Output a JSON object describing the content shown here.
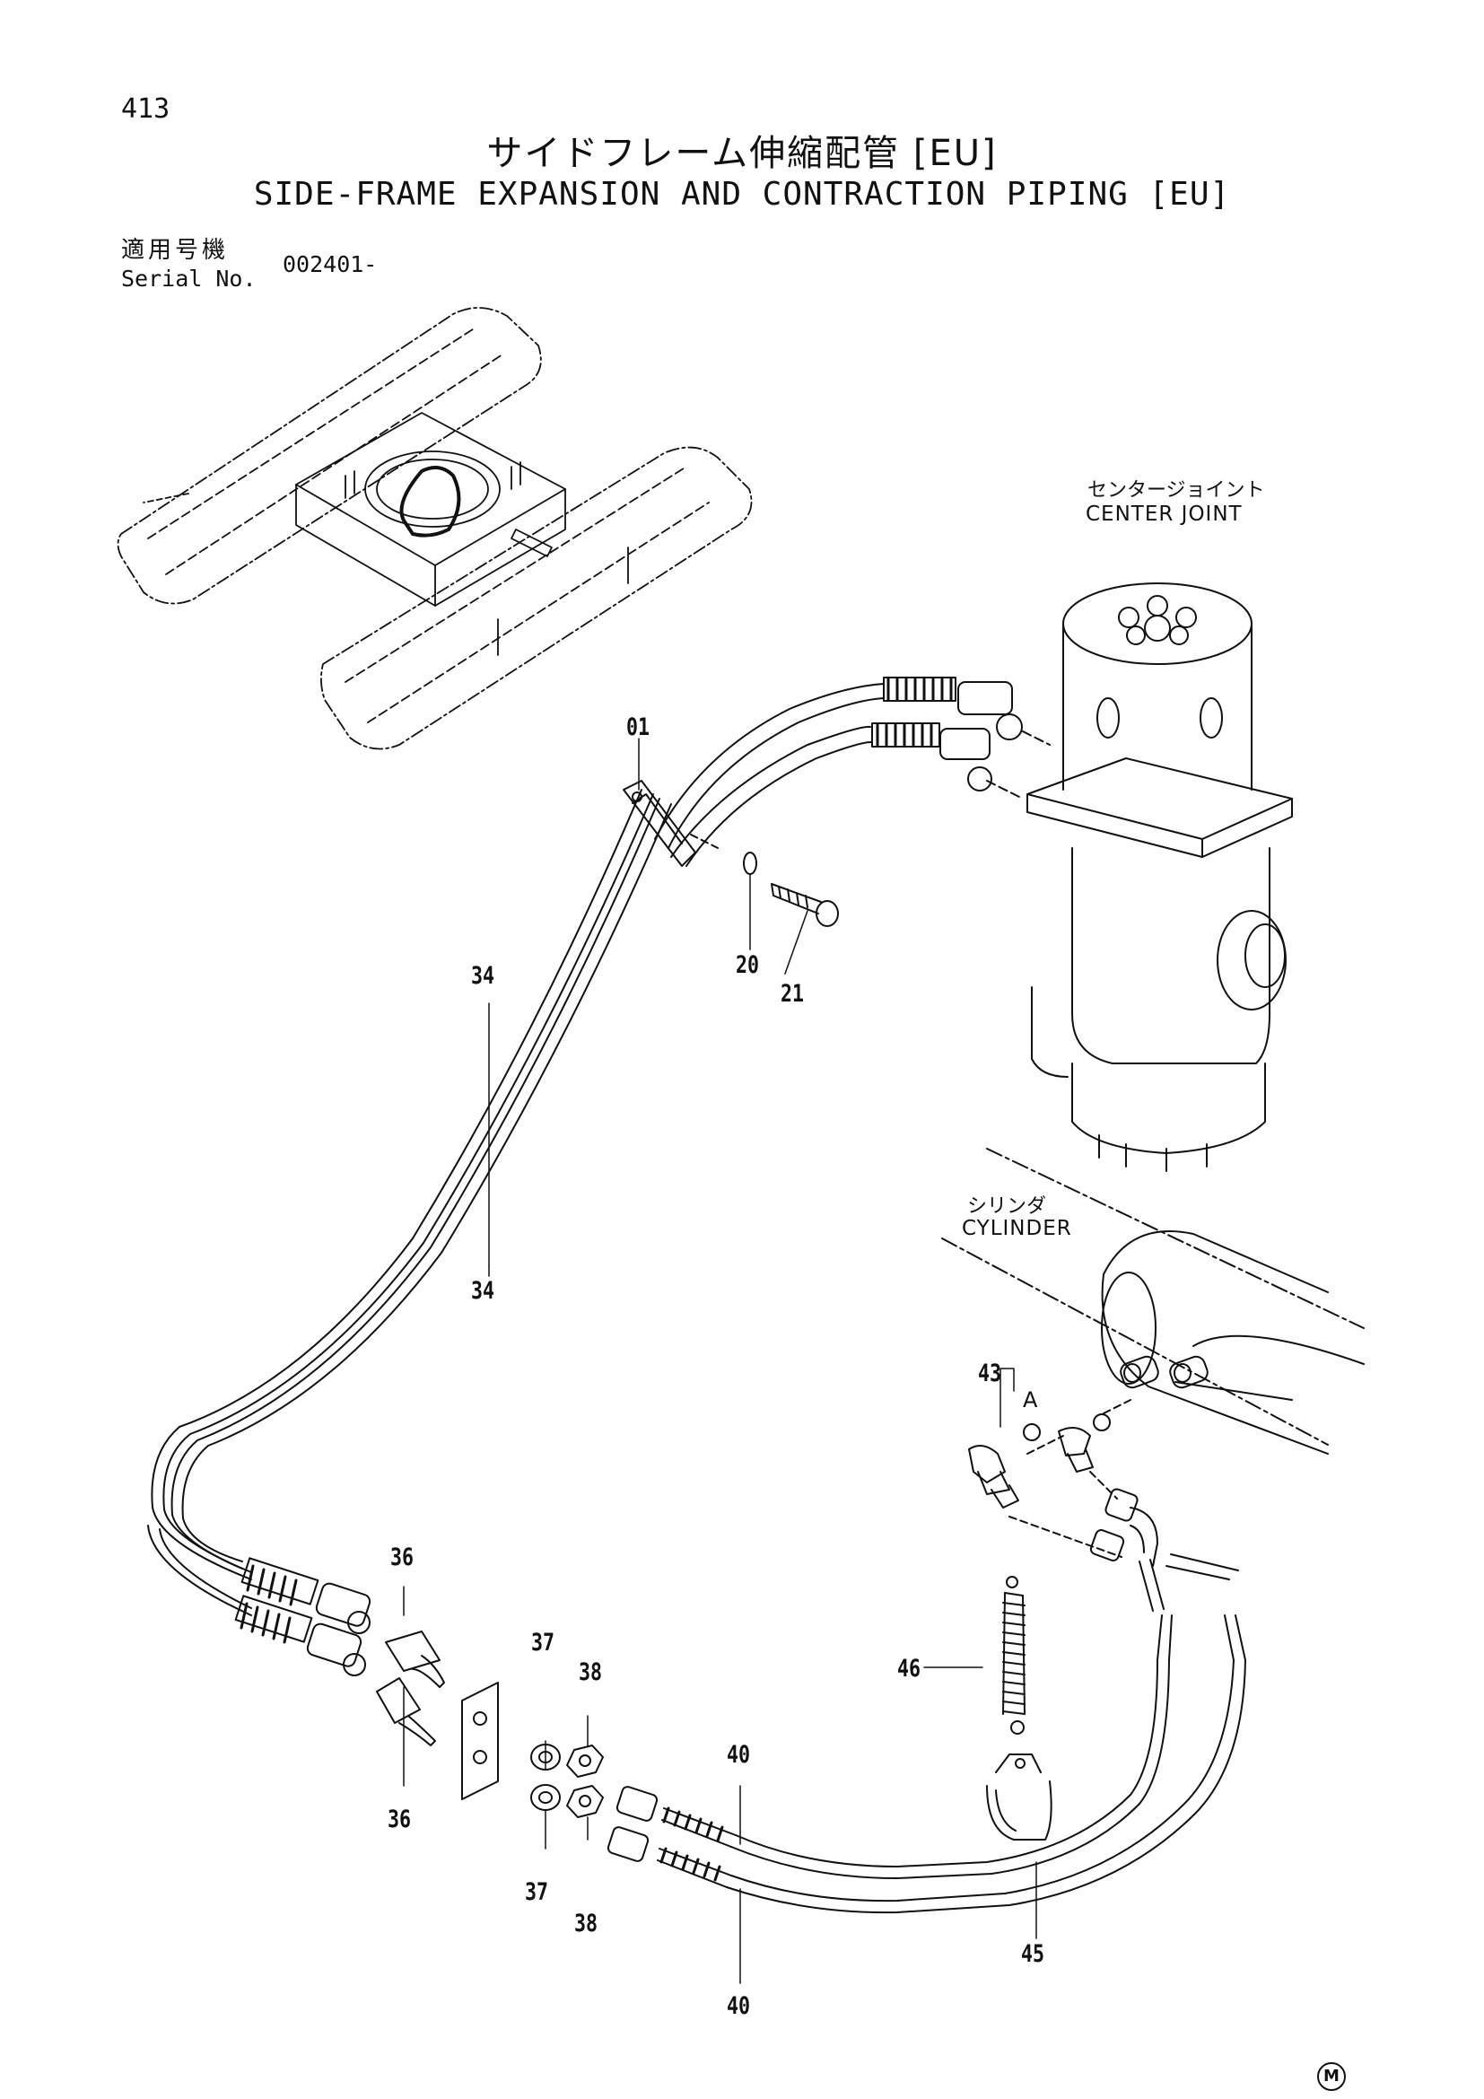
{
  "page_number": "413",
  "title_jp": "サイドフレーム伸縮配管 [EU]",
  "title_en": "SIDE-FRAME EXPANSION AND CONTRACTION PIPING [EU]",
  "serial": {
    "label_jp": "適用号機",
    "label_en": "Serial No.",
    "value": "002401-"
  },
  "labels": {
    "center_joint_jp": "センタージョイント",
    "center_joint_en": "CENTER JOINT",
    "cylinder_jp": "シリンダ",
    "cylinder_en": "CYLINDER",
    "detail_a": "A"
  },
  "callouts": {
    "c01": "01",
    "c20": "20",
    "c21": "21",
    "c34_top": "34",
    "c34_bottom": "34",
    "c36_top": "36",
    "c36_bottom": "36",
    "c37_top": "37",
    "c37_bottom": "37",
    "c38_top": "38",
    "c38_bottom": "38",
    "c40_top": "40",
    "c40_bottom": "40",
    "c43": "43",
    "c45": "45",
    "c46": "46"
  },
  "footer_mark": "M"
}
